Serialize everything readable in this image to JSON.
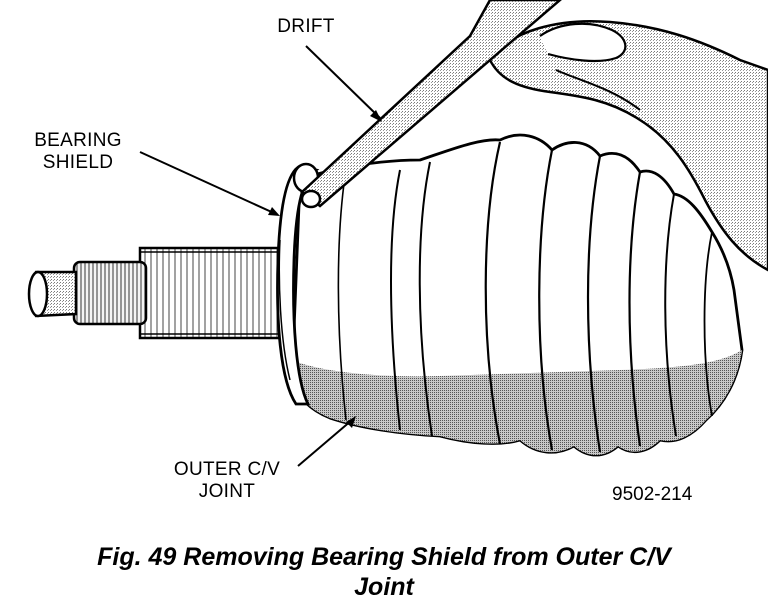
{
  "labels": {
    "drift": "DRIFT",
    "bearing_shield_line1": "BEARING",
    "bearing_shield_line2": "SHIELD",
    "outer_cv_line1": "OUTER C/V",
    "outer_cv_line2": "JOINT"
  },
  "figure_number": "9502-214",
  "caption": {
    "line1": "Fig. 49 Removing Bearing Shield from Outer C/V",
    "line2": "Joint"
  }
}
